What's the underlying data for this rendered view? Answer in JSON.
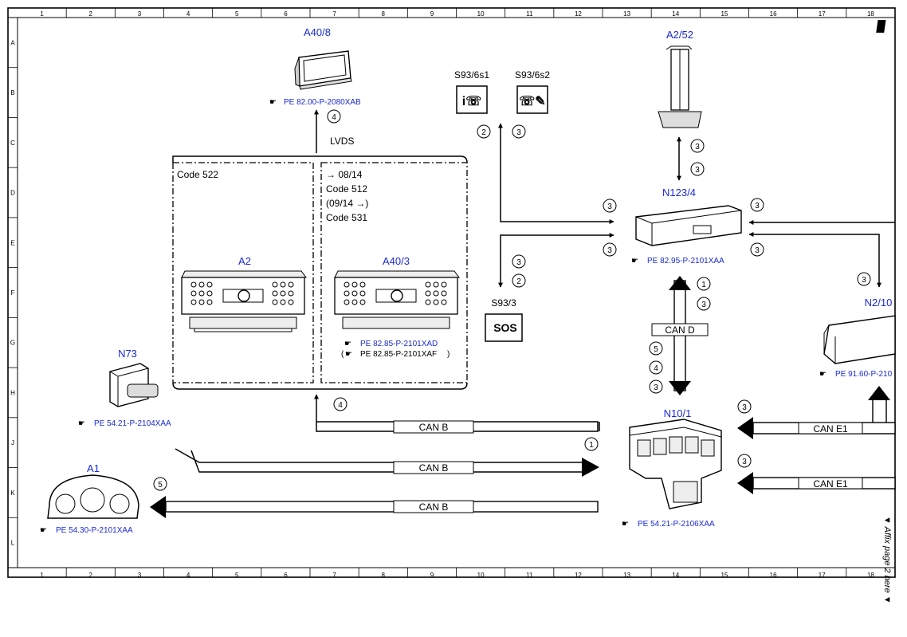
{
  "grid": {
    "columns": [
      "1",
      "2",
      "3",
      "4",
      "5",
      "6",
      "7",
      "8",
      "9",
      "10",
      "11",
      "12",
      "13",
      "14",
      "15",
      "16",
      "17",
      "18"
    ],
    "rows": [
      "A",
      "B",
      "C",
      "D",
      "E",
      "F",
      "G",
      "H",
      "J",
      "K",
      "L"
    ]
  },
  "components": {
    "a40_8": {
      "id": "A40/8",
      "ref": "PE 82.00-P-2080XAB"
    },
    "a2_52": {
      "id": "A2/52"
    },
    "s93_6s1": {
      "id": "S93/6s1"
    },
    "s93_6s2": {
      "id": "S93/6s2"
    },
    "n123_4": {
      "id": "N123/4",
      "ref": "PE 82.95-P-2101XAA"
    },
    "a2": {
      "id": "A2"
    },
    "a40_3": {
      "id": "A40/3",
      "ref1": "PE 82.85-P-2101XAD",
      "ref2": "PE 82.85-P-2101XAF"
    },
    "s93_3": {
      "id": "S93/3",
      "button_text": "SOS"
    },
    "n73": {
      "id": "N73",
      "ref": "PE 54.21-P-2104XAA"
    },
    "a1": {
      "id": "A1",
      "ref": "PE 54.30-P-2101XAA"
    },
    "n10_1": {
      "id": "N10/1",
      "ref": "PE 54.21-P-2106XAA"
    },
    "n2_10": {
      "id": "N2/10",
      "ref": "PE 91.60-P-210"
    }
  },
  "labels": {
    "lvds": "LVDS",
    "code522": "Code 522",
    "code_a40_3": [
      "→ 08/14",
      "Code 512",
      "(09/14 →)",
      "Code 531"
    ]
  },
  "buses": {
    "can_b": "CAN B",
    "can_d": "CAN D",
    "can_e1": "CAN E1"
  },
  "markers": {
    "m1": "1",
    "m2": "2",
    "m3": "3",
    "m4": "4",
    "m5": "5"
  },
  "side_note": "▼ Affix page 2 here ▼",
  "colors": {
    "reference_text": "#1a2ad6",
    "line": "#000000"
  }
}
